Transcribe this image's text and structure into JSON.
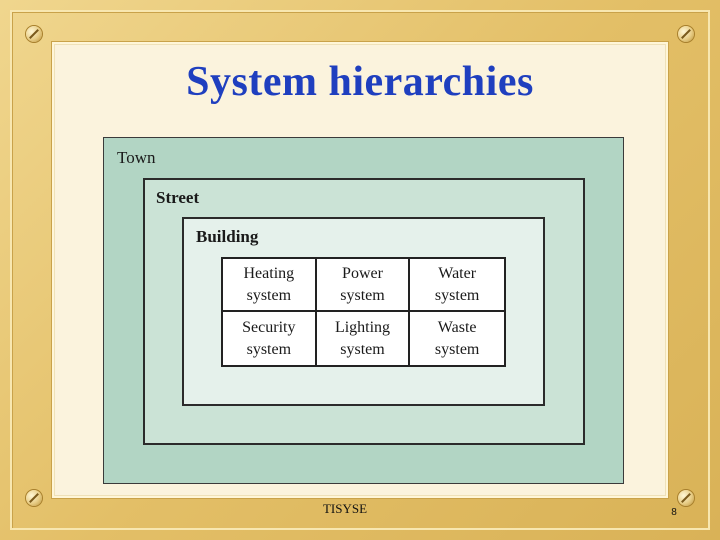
{
  "slide": {
    "title": "System hierarchies",
    "footer": "TISYSE",
    "page_number": "8"
  },
  "diagram": {
    "town_label": "Town",
    "street_label": "Street",
    "building_label": "Building",
    "systems": [
      {
        "label": "Heating\nsystem"
      },
      {
        "label": "Power\nsystem"
      },
      {
        "label": "Water\nsystem"
      },
      {
        "label": "Security\nsystem"
      },
      {
        "label": "Lighting\nsystem"
      },
      {
        "label": "Waste\nsystem"
      }
    ]
  },
  "colors": {
    "title": "#1f3fbf",
    "town_fill": "#b2d5c4",
    "street_fill": "#cbe3d6",
    "building_fill": "#e5f1eb",
    "frame": "#e8c978",
    "panel": "#fbf3dd"
  }
}
